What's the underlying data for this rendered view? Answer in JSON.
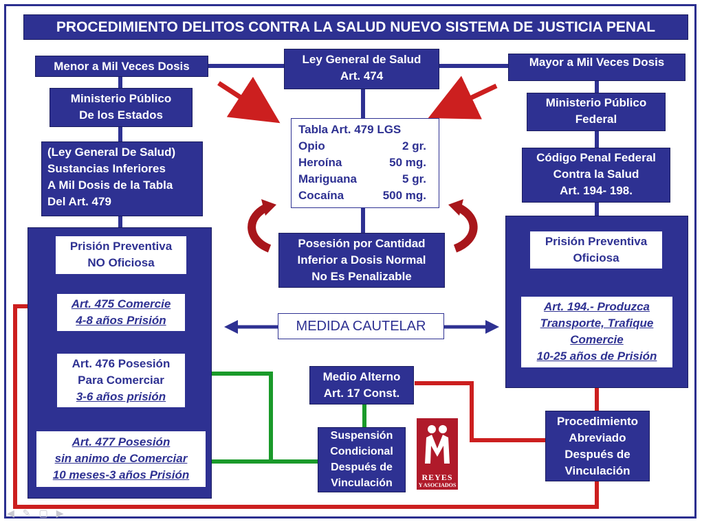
{
  "title": "PROCEDIMIENTO DELITOS CONTRA LA SALUD NUEVO SISTEMA DE JUSTICIA PENAL",
  "colors": {
    "navy": "#2e3192",
    "red": "#cc1f1f",
    "green": "#1a9a2a",
    "white": "#ffffff"
  },
  "center": {
    "ley": [
      "Ley General de Salud",
      "Art. 474"
    ],
    "tabla_title": "Tabla Art. 479 LGS",
    "tabla_rows": [
      {
        "name": "Opio",
        "dose": "2 gr."
      },
      {
        "name": "Heroína",
        "dose": "50 mg."
      },
      {
        "name": "Mariguana",
        "dose": "5 gr."
      },
      {
        "name": "Cocaína",
        "dose": "500 mg."
      }
    ],
    "posesion": [
      "Posesión por Cantidad",
      "Inferior a Dosis Normal",
      "No Es Penalizable"
    ],
    "medida": "MEDIDA CAUTELAR",
    "medio": [
      "Medio Alterno",
      "Art. 17 Const."
    ],
    "suspension": [
      "Suspensión",
      "Condicional",
      "Después de",
      "Vinculación"
    ]
  },
  "left": {
    "menor": "Menor a Mil Veces Dosis",
    "ministerio": [
      "Ministerio Público",
      "De los Estados"
    ],
    "ley": [
      "(Ley General De Salud)",
      "Sustancias Inferiores",
      "A Mil Dosis de la Tabla",
      "Del Art. 479"
    ],
    "prision": [
      "Prisión Preventiva",
      "NO Oficiosa"
    ],
    "art475": [
      "Art. 475 Comercie",
      "4-8 años Prisión"
    ],
    "art476": [
      "Art. 476 Posesión",
      "Para Comerciar",
      "3-6 años prisión"
    ],
    "art477": [
      "Art. 477 Posesión",
      "sin animo de Comerciar",
      "10 meses-3 años Prisión"
    ]
  },
  "right": {
    "mayor": "Mayor a Mil Veces Dosis",
    "ministerio": [
      "Ministerio Público",
      "Federal"
    ],
    "codigo": [
      "Código Penal Federal",
      "Contra la Salud",
      "Art. 194- 198."
    ],
    "prision": [
      "Prisión Preventiva",
      "Oficiosa"
    ],
    "art194": [
      "Art. 194.- Produzca",
      "Transporte, Trafique",
      "Comercie",
      "10-25 años de Prisión"
    ],
    "abreviado": [
      "Procedimiento",
      "Abreviado",
      "Después de",
      "Vinculación"
    ]
  },
  "logo": {
    "name": "REYES",
    "sub": "Y ASOCIADOS",
    "icon": "reyes-logo-icon"
  }
}
